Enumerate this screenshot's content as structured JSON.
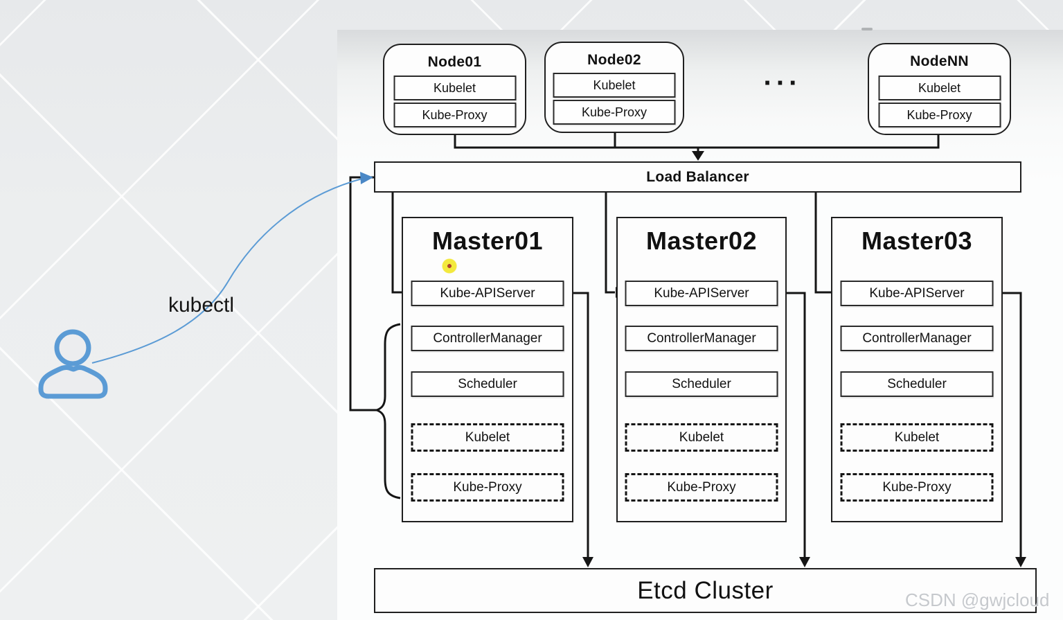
{
  "nodes": [
    {
      "title": "Node01",
      "components": [
        "Kubelet",
        "Kube-Proxy"
      ]
    },
    {
      "title": "Node02",
      "components": [
        "Kubelet",
        "Kube-Proxy"
      ]
    },
    {
      "title": "NodeNN",
      "components": [
        "Kubelet",
        "Kube-Proxy"
      ]
    }
  ],
  "nodes_ellipsis": "···",
  "load_balancer": {
    "label": "Load Balancer"
  },
  "masters": [
    {
      "title": "Master01",
      "components": [
        "Kube-APIServer",
        "ControllerManager",
        "Scheduler",
        "Kubelet",
        "Kube-Proxy"
      ]
    },
    {
      "title": "Master02",
      "components": [
        "Kube-APIServer",
        "ControllerManager",
        "Scheduler",
        "Kubelet",
        "Kube-Proxy"
      ]
    },
    {
      "title": "Master03",
      "components": [
        "Kube-APIServer",
        "ControllerManager",
        "Scheduler",
        "Kubelet",
        "Kube-Proxy"
      ]
    }
  ],
  "etcd": {
    "label": "Etcd Cluster"
  },
  "client": {
    "label": "kubectl"
  },
  "watermark": "CSDN @gwjcloud",
  "colors": {
    "accent_blue": "#5b9bd5",
    "line_black": "#151515",
    "cursor_yellow": "#f3e93e",
    "cursor_core_red": "#b0452f",
    "watermark_gray": "#c6c9cd"
  }
}
